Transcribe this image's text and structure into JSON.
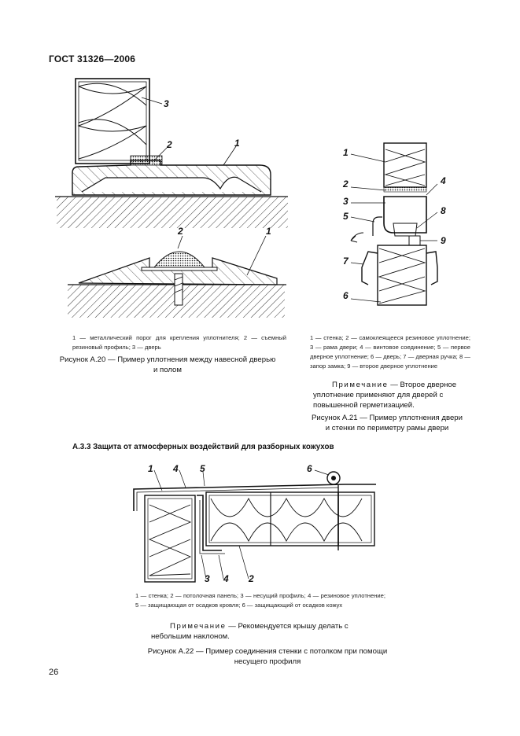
{
  "header": {
    "doc_id": "ГОСТ 31326—2006"
  },
  "figure_a20": {
    "callouts": [
      "1",
      "2",
      "3"
    ],
    "legend": "1 — металлический порог для крепления уплотнителя; 2 — съемный резиновый профиль; 3 — дверь",
    "caption_line1": "Рисунок А.20 — Пример уплотнения между навесной дверью",
    "caption_line2": "и полом"
  },
  "figure_a21": {
    "callouts": [
      "1",
      "2",
      "3",
      "4",
      "5",
      "6",
      "7",
      "8",
      "9"
    ],
    "legend": "1 — стенка; 2 — самоклеящееся резиновое уплотнение; 3 — рама двери; 4 — винтовое соединение; 5 — первое дверное уплотнение; 6 — дверь; 7 — дверная ручка; 8 — запор замка; 9 — второе дверное уплотнение",
    "note_label": "Примечание",
    "note_text": "— Второе дверное уплотнение применяют для дверей с повышенной герметизацией.",
    "caption_line1": "Рисунок А.21 — Пример уплотнения двери",
    "caption_line2": "и стенки по периметру рамы двери"
  },
  "section": {
    "title": "А.3.3 Защита от атмосферных воздействий для разборных кожухов"
  },
  "figure_a22": {
    "callouts": [
      "1",
      "2",
      "3",
      "4",
      "4",
      "5",
      "6"
    ],
    "legend": "1 — стенка; 2 — потолочная панель; 3 — несущий профиль; 4 — резиновое уплотнение; 5 — защищающая от осадков кровля; 6 — защищающий от осадков кожух",
    "note_label": "Примечание",
    "note_text": "— Рекомендуется крышу делать с небольшим наклоном.",
    "caption_line1": "Рисунок А.22 — Пример соединения стенки с потолком при помощи",
    "caption_line2": "несущего профиля"
  },
  "footer": {
    "page_number": "26"
  }
}
